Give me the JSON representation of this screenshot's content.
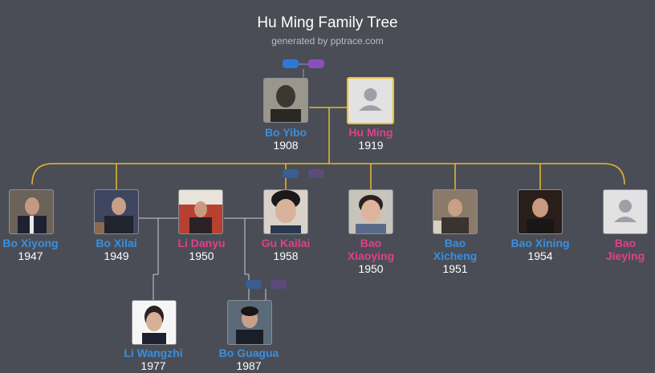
{
  "header": {
    "title": "Hu Ming Family Tree",
    "subtitle": "generated by pptrace.com"
  },
  "colors": {
    "background": "#4a4d55",
    "male": "#3a8fe0",
    "female": "#e0408a",
    "connector": "#e8b830",
    "highlight": "#f0c020"
  },
  "people": {
    "bo_yibo": {
      "name": "Bo Yibo",
      "year": "1908",
      "gender": "male",
      "icon": "portrait-photo"
    },
    "hu_ming": {
      "name": "Hu Ming",
      "year": "1919",
      "gender": "female",
      "icon": "person-placeholder-icon"
    },
    "bo_xiyong": {
      "name": "Bo Xiyong",
      "year": "1947",
      "gender": "male",
      "icon": "portrait-photo"
    },
    "bo_xilai": {
      "name": "Bo Xilai",
      "year": "1949",
      "gender": "male",
      "icon": "portrait-photo"
    },
    "li_danyu": {
      "name": "Li Danyu",
      "year": "1950",
      "gender": "female",
      "icon": "portrait-photo"
    },
    "gu_kailai": {
      "name": "Gu Kailai",
      "year": "1958",
      "gender": "female",
      "icon": "portrait-photo"
    },
    "bao_xiaoying": {
      "name_line1": "Bao",
      "name_line2": "Xiaoying",
      "year": "1950",
      "gender": "female",
      "icon": "portrait-photo"
    },
    "bao_xicheng": {
      "name_line1": "Bao",
      "name_line2": "Xicheng",
      "year": "1951",
      "gender": "male",
      "icon": "portrait-photo"
    },
    "bao_xining": {
      "name": "Bao Xining",
      "year": "1954",
      "gender": "male",
      "icon": "portrait-photo"
    },
    "bao_jieying": {
      "name_line1": "Bao",
      "name_line2": "Jieying",
      "year": "",
      "gender": "female",
      "icon": "person-placeholder-icon"
    },
    "li_wangzhi": {
      "name": "Li Wangzhi",
      "year": "1977",
      "gender": "male",
      "icon": "portrait-photo"
    },
    "bo_guagua": {
      "name": "Bo Guagua",
      "year": "1987",
      "gender": "male",
      "icon": "portrait-photo"
    }
  }
}
